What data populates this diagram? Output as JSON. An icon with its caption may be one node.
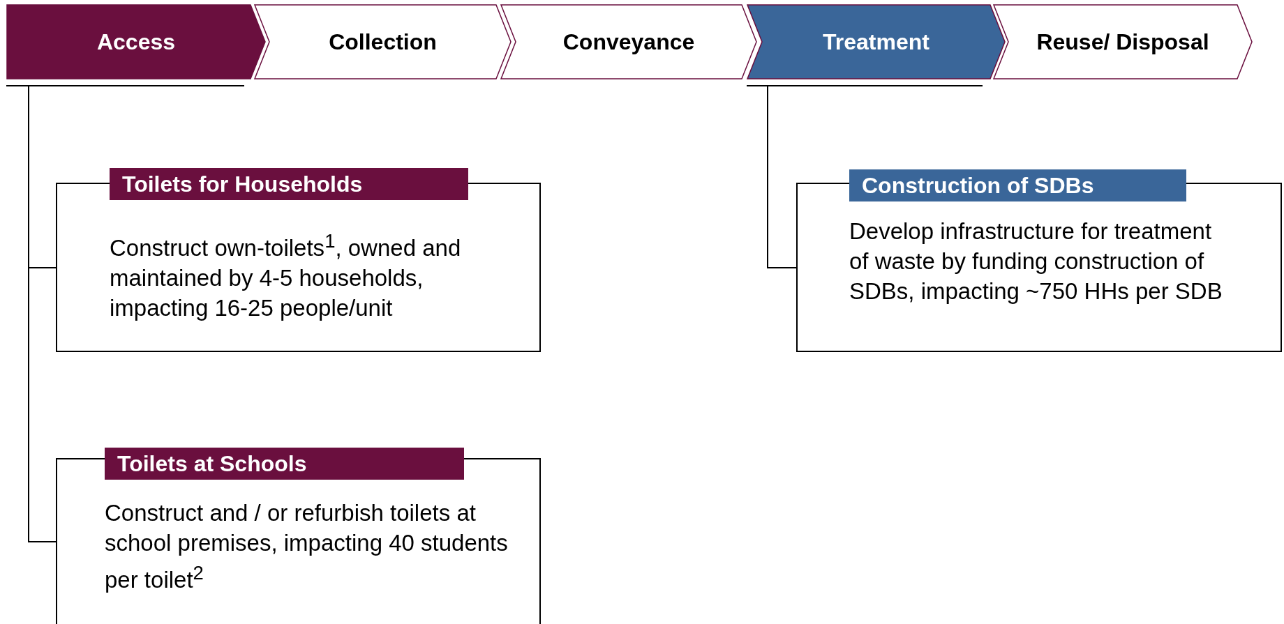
{
  "diagram": {
    "nodes": [
      {
        "text": [
          "Access"
        ]
      },
      {
        "text": [
          "Collection"
        ]
      },
      {
        "text": [
          "Conveyance"
        ]
      },
      {
        "text": [
          "Treatment"
        ]
      },
      {
        "text": [
          "Reuse/ Disposal"
        ]
      },
      {
        "text": [
          "Toilets for Households",
          "Construct own-toilets$^{1}$, owned and maintained by 4-5 households, impacting 16-25 people/unit"
        ]
      },
      {
        "text": [
          "Toilets at Schools",
          "Construct and / or refurbish toilets at school premises, impacting 40 students per toilet$^{2}$"
        ]
      },
      {
        "text": [
          "Construction of SDBs",
          "Develop infrastructure for treatment of waste by funding construction of SDBs, impacting ~750 HHs per SDB"
        ]
      }
    ],
    "edges": [
      {
        "from": 0,
        "to": 5,
        "arrow": "none"
      },
      {
        "from": 0,
        "to": 6,
        "arrow": "none"
      },
      {
        "from": 3,
        "to": 7,
        "arrow": "none"
      }
    ]
  }
}
